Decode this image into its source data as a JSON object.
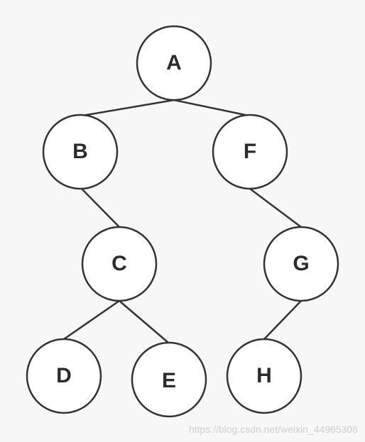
{
  "nodes": [
    {
      "id": "A",
      "label": "A"
    },
    {
      "id": "B",
      "label": "B"
    },
    {
      "id": "F",
      "label": "F"
    },
    {
      "id": "C",
      "label": "C"
    },
    {
      "id": "G",
      "label": "G"
    },
    {
      "id": "D",
      "label": "D"
    },
    {
      "id": "E",
      "label": "E"
    },
    {
      "id": "H",
      "label": "H"
    }
  ],
  "edges": [
    [
      "A",
      "B"
    ],
    [
      "A",
      "F"
    ],
    [
      "B",
      "C"
    ],
    [
      "F",
      "G"
    ],
    [
      "C",
      "D"
    ],
    [
      "C",
      "E"
    ],
    [
      "G",
      "H"
    ]
  ],
  "watermark": "https://blog.csdn.net/weixin_44965308"
}
